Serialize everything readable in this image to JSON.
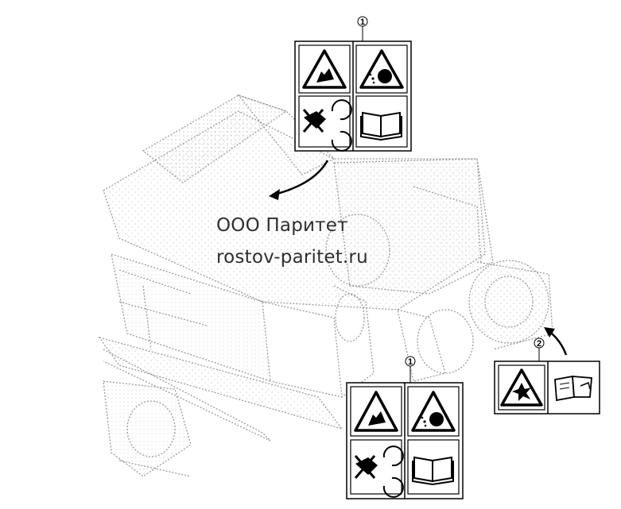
{
  "watermark": {
    "company": "ООО Паритет",
    "website": "rostov-paritet.ru"
  },
  "callouts": {
    "top_decal_group": "1",
    "bottom_decal_group": "1",
    "right_decal_group": "2"
  },
  "decals": {
    "group_1": [
      "hand-crush-warning-icon",
      "flying-debris-warning-icon",
      "no-reach-rotating-icon",
      "read-manual-icon"
    ],
    "group_2": [
      "explosion-warning-icon",
      "operator-manual-icon"
    ]
  },
  "colors": {
    "line": "#000000",
    "machine": "#9a9a9a"
  }
}
